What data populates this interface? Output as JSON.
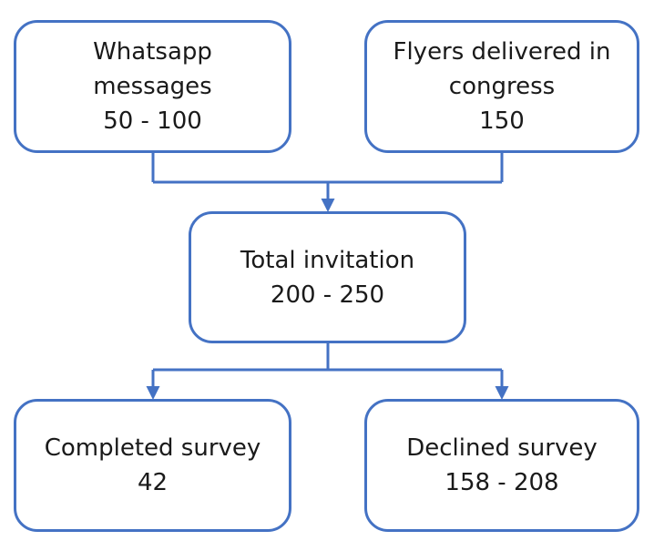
{
  "colors": {
    "box_border": "#4472c4",
    "connector": "#4472c4",
    "text": "#1a1a1a",
    "background": "#ffffff"
  },
  "nodes": {
    "whatsapp": {
      "lines": [
        "Whatsapp",
        "messages",
        "50 - 100"
      ]
    },
    "flyers": {
      "lines": [
        "Flyers delivered in",
        "congress",
        "150"
      ]
    },
    "total": {
      "lines": [
        "Total invitation",
        "200 - 250"
      ]
    },
    "completed": {
      "lines": [
        "Completed survey",
        "42"
      ]
    },
    "declined": {
      "lines": [
        "Declined survey",
        "158 - 208"
      ]
    }
  }
}
